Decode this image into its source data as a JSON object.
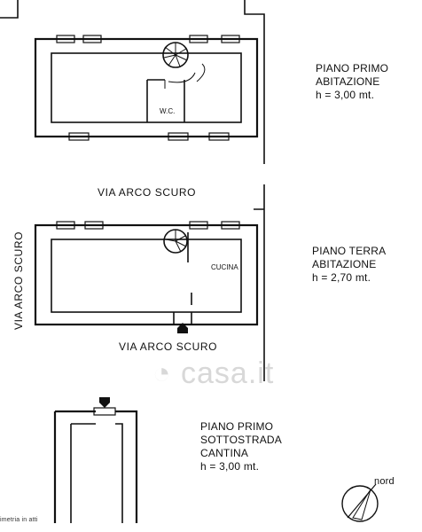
{
  "floors": {
    "first": {
      "line1": "PIANO PRIMO",
      "line2": "ABITAZIONE",
      "height": "h = 3,00 mt."
    },
    "ground": {
      "line1": "PIANO TERRA",
      "line2": "ABITAZIONE",
      "height": "h = 2,70 mt."
    },
    "basement": {
      "line1": "PIANO PRIMO",
      "line2": "SOTTOSTRADA",
      "line3": "CANTINA",
      "height": "h = 3,00 mt."
    }
  },
  "rooms": {
    "wc": "W.C.",
    "kitchen": "CUCINA"
  },
  "streets": {
    "top": "VIA ARCO SCURO",
    "side": "VIA ARCO SCURO",
    "bottom": "VIA ARCO SCURO"
  },
  "compass": {
    "label": "nord"
  },
  "watermark": {
    "text": "casa.it"
  },
  "footer": {
    "note": "imetria in atti"
  }
}
